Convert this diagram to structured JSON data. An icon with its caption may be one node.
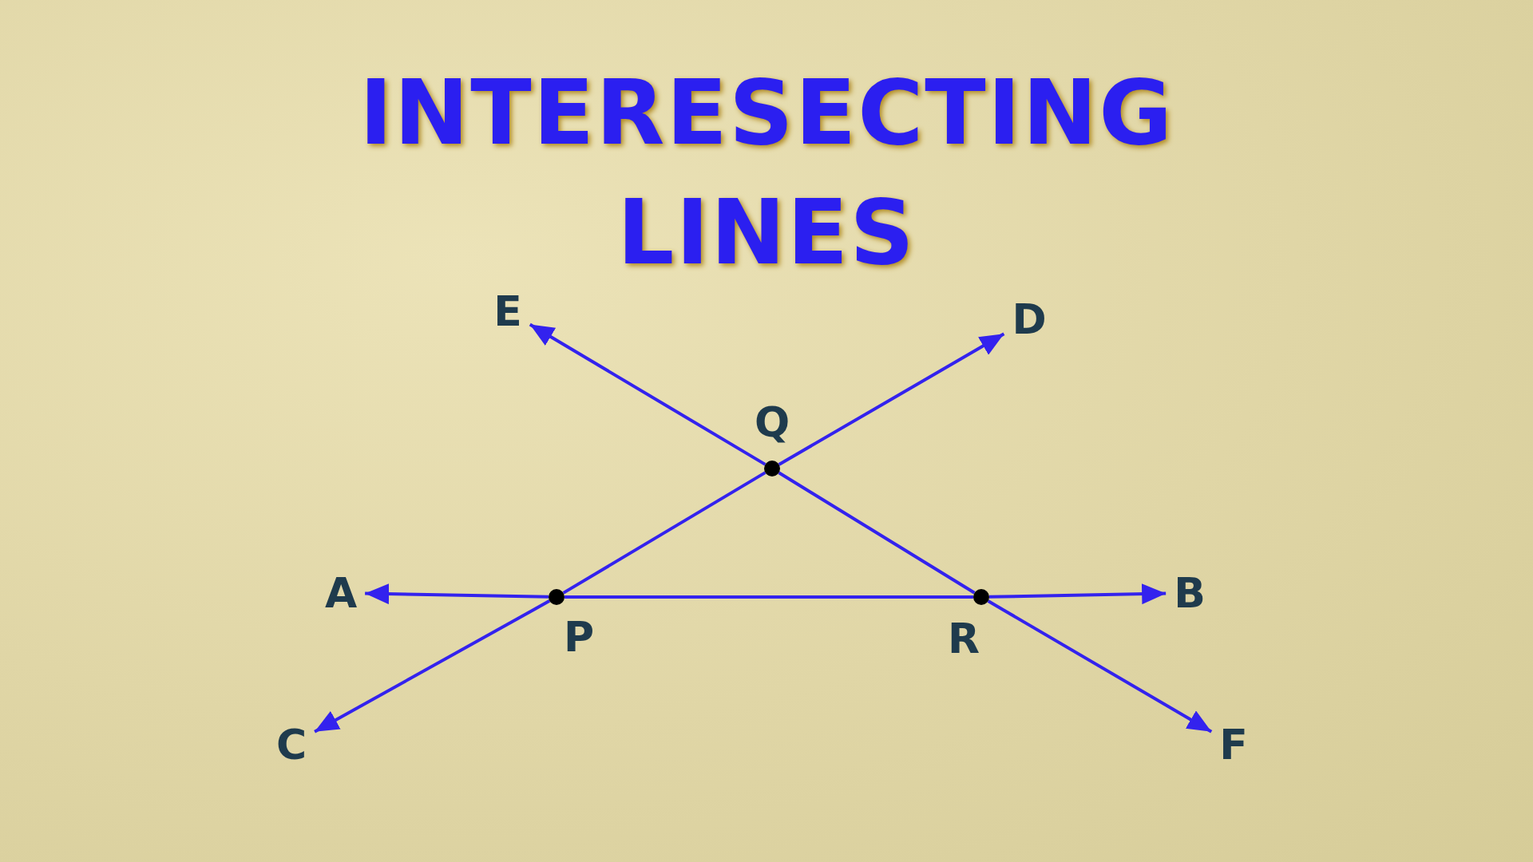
{
  "diagram": {
    "title": "INTERESECTING LINES",
    "nodes": [
      {
        "text": [
          "E"
        ]
      },
      {
        "text": [
          "D"
        ]
      },
      {
        "text": [],
        "shape": "circle",
        "beside": [
          "Q"
        ]
      },
      {
        "text": [
          "A"
        ]
      },
      {
        "text": [],
        "shape": "circle",
        "beside": [
          "P"
        ]
      },
      {
        "text": [
          "B"
        ]
      },
      {
        "text": [],
        "shape": "circle",
        "beside": [
          "R"
        ]
      },
      {
        "text": [
          "C"
        ]
      },
      {
        "text": [
          "F"
        ]
      }
    ],
    "edges": [
      {
        "from": 4,
        "to": 3,
        "arrow": "to"
      },
      {
        "from": 4,
        "to": 6,
        "arrow": "none"
      },
      {
        "from": 6,
        "to": 5,
        "arrow": "to"
      },
      {
        "from": 4,
        "to": 7,
        "arrow": "to"
      },
      {
        "from": 4,
        "to": 2,
        "arrow": "none"
      },
      {
        "from": 2,
        "to": 1,
        "arrow": "to"
      },
      {
        "from": 2,
        "to": 0,
        "arrow": "to"
      },
      {
        "from": 2,
        "to": 6,
        "arrow": "none"
      },
      {
        "from": 6,
        "to": 8,
        "arrow": "to"
      }
    ]
  }
}
